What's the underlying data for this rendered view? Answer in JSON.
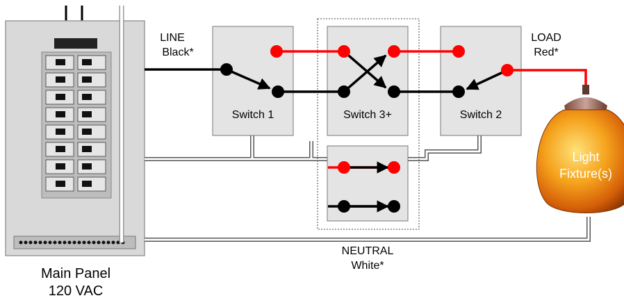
{
  "labels": {
    "line_top": "LINE",
    "line_bottom": "Black*",
    "load_top": "LOAD",
    "load_bottom": "Red*",
    "neutral_top": "NEUTRAL",
    "neutral_bottom": "White*",
    "panel_top": "Main Panel",
    "panel_bottom": "120 VAC",
    "switch1": "Switch 1",
    "switch3": "Switch 3+",
    "switch2": "Switch 2",
    "fixture_top": "Light",
    "fixture_bottom": "Fixture(s)"
  },
  "colors": {
    "hot": "#000000",
    "traveler": "#ff0000",
    "switch_box": "#e4e4e4",
    "panel": "#d9d9d9",
    "shade": "#fbd24a"
  },
  "icons": {
    "breaker_panel": "breaker-panel-icon",
    "fixture": "pendant-light-icon"
  }
}
